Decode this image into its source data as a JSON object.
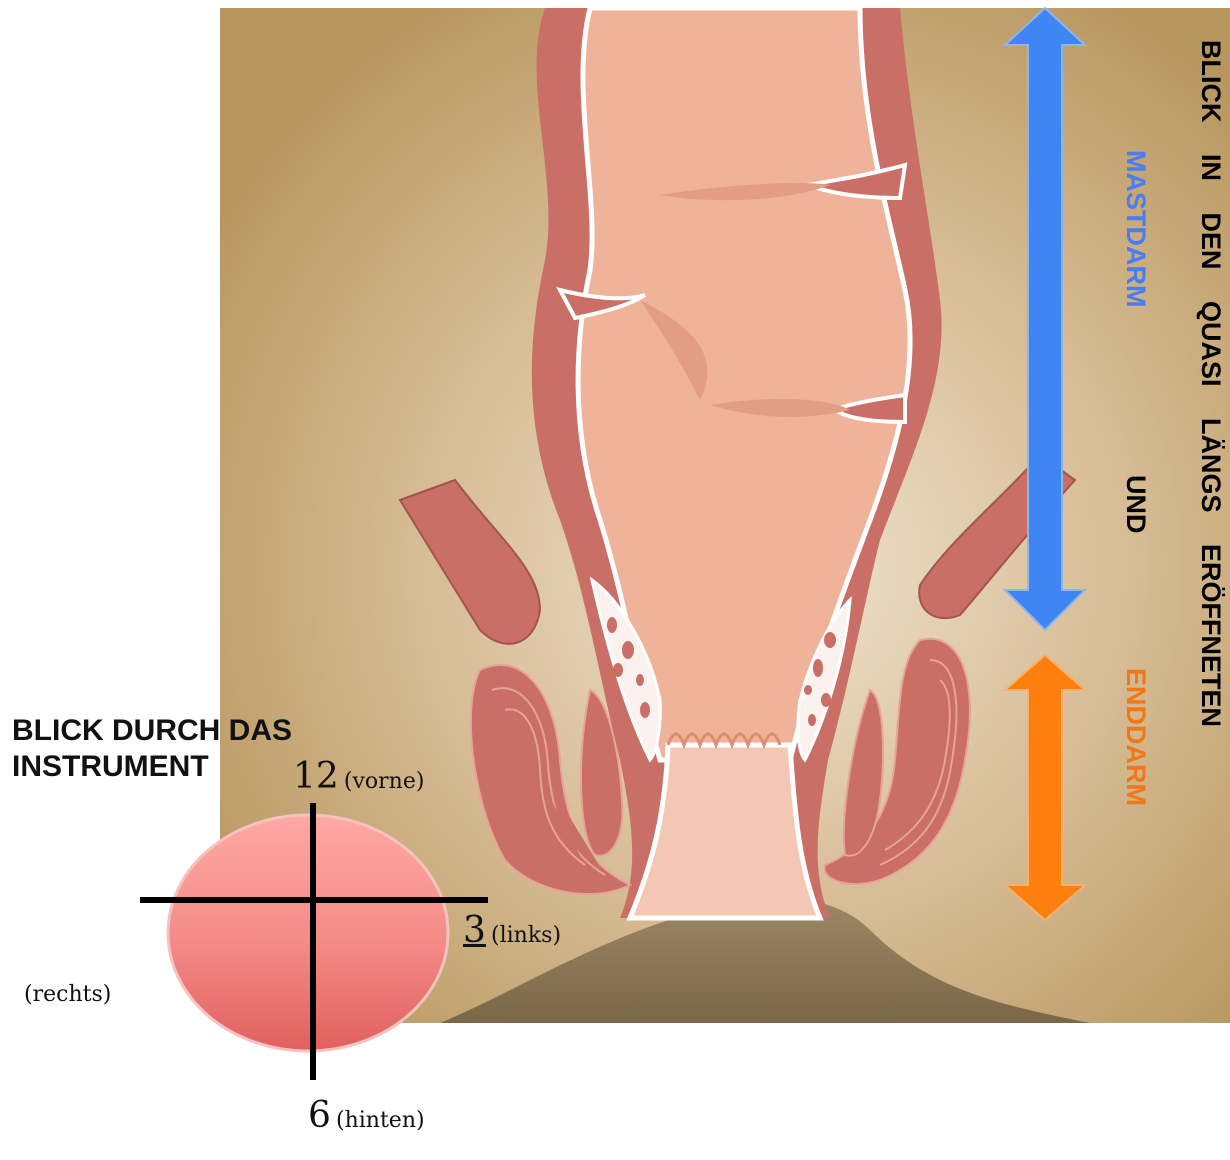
{
  "left_title": {
    "line1": "BLICK DURCH DAS",
    "line2": "INSTRUMENT"
  },
  "clock": {
    "twelve_num": "12",
    "twelve_word": "(vorne)",
    "three_num": "3",
    "three_word": "(links)",
    "nine_word": "(rechts)",
    "six_num": "6",
    "six_word": "(hinten)"
  },
  "right_text": {
    "main": "BLICK IN DEN QUASI LÄNGS ERÖFFNETEN",
    "mastdarm": "MASTDARM",
    "und": "UND",
    "enddarm": "ENDDARM"
  },
  "colors": {
    "background_panel": "#c8a97c",
    "tissue_outer": "#c96f66",
    "tissue_inner": "#efb39a",
    "arrow_blue": "#3f86f2",
    "arrow_orange": "#ff7f0e",
    "mastdarm_text": "#4a7df0",
    "enddarm_text": "#f07818",
    "disc": "#f47c78"
  }
}
